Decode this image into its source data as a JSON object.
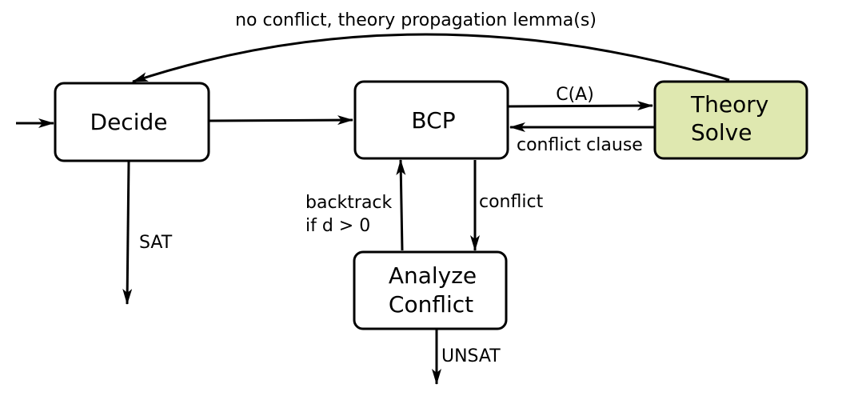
{
  "nodes": {
    "decide": {
      "label": "Decide"
    },
    "bcp": {
      "label": "BCP"
    },
    "theory_solve": {
      "line1": "Theory",
      "line2": "Solve",
      "fill": "#dfe8b0"
    },
    "analyze_conflict": {
      "line1": "Analyze",
      "line2": "Conflict"
    }
  },
  "edges": {
    "theory_to_decide": "no conflict, theory propagation lemma(s)",
    "bcp_to_theory": "C(A)",
    "theory_to_bcp": "conflict clause",
    "decide_exit": "SAT",
    "analyze_to_bcp_line1": "backtrack",
    "analyze_to_bcp_line2": "if d > 0",
    "bcp_to_analyze": "conflict",
    "analyze_exit": "UNSAT"
  },
  "colors": {
    "stroke": "#000000",
    "background": "#ffffff",
    "node_fill": "#ffffff",
    "theory_fill": "#dfe8b0"
  }
}
